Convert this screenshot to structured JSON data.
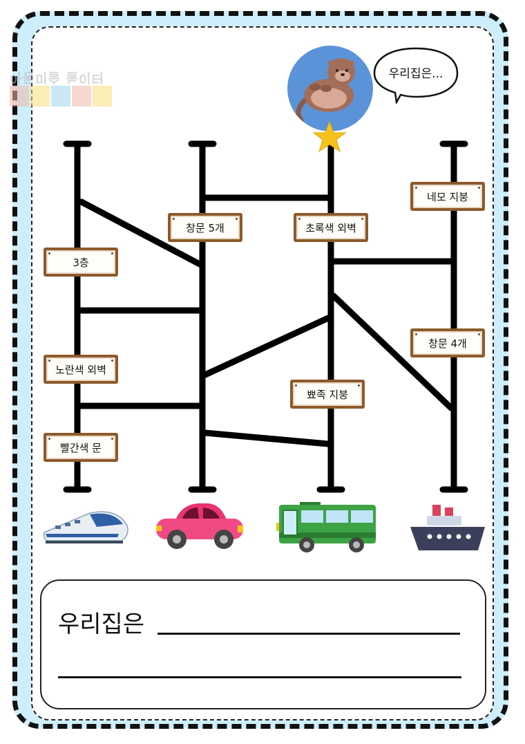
{
  "watermark": {
    "text": "아동미술 놀이터"
  },
  "mascot": {
    "speech": "우리집은..."
  },
  "signs": {
    "window5": "창문 5개",
    "green_wall": "초록색 외벽",
    "square_roof": "네모 지붕",
    "floors3": "3층",
    "window4": "창문 4개",
    "yellow_wall": "노란색 외벽",
    "pointed_roof": "뾰족 지붕",
    "red_door": "빨간색 문"
  },
  "vehicles": [
    "train-icon",
    "car-icon",
    "bus-icon",
    "ship-icon"
  ],
  "answer": {
    "label": "우리집은"
  },
  "colors": {
    "frame_bg": "#cdeefa",
    "sign_border": "#8c5a2b",
    "ladder": "#000000",
    "avatar_bg": "#5b93d8",
    "star": "#f7c21b"
  }
}
